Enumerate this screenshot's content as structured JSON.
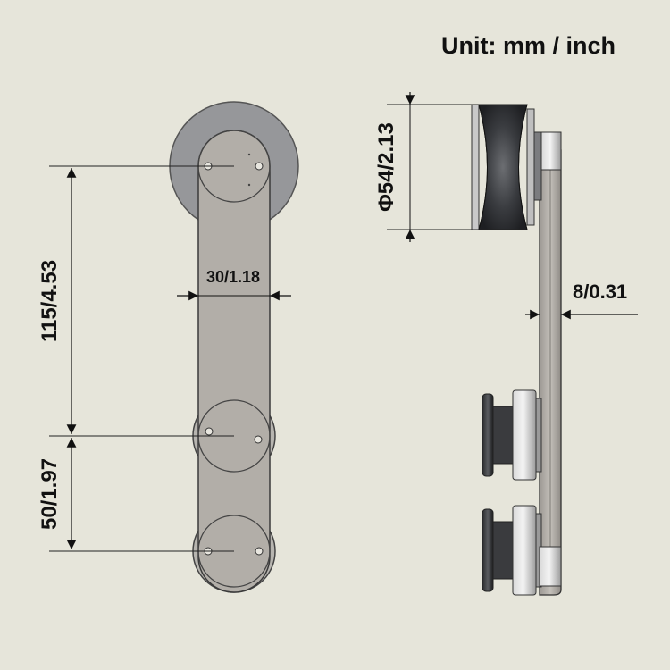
{
  "unit_label": "Unit: mm / inch",
  "dimensions": {
    "center_distance_top": "115/4.53",
    "center_distance_bottom": "50/1.97",
    "plate_width": "30/1.18",
    "wheel_diameter": "Φ54/2.13",
    "plate_thickness": "8/0.31"
  },
  "colors": {
    "background": "#e6e5da",
    "plate": "#b2aea8",
    "outline": "#3a3a3a",
    "wheel_disc": "#96979a",
    "roller": "#3a3c40"
  }
}
